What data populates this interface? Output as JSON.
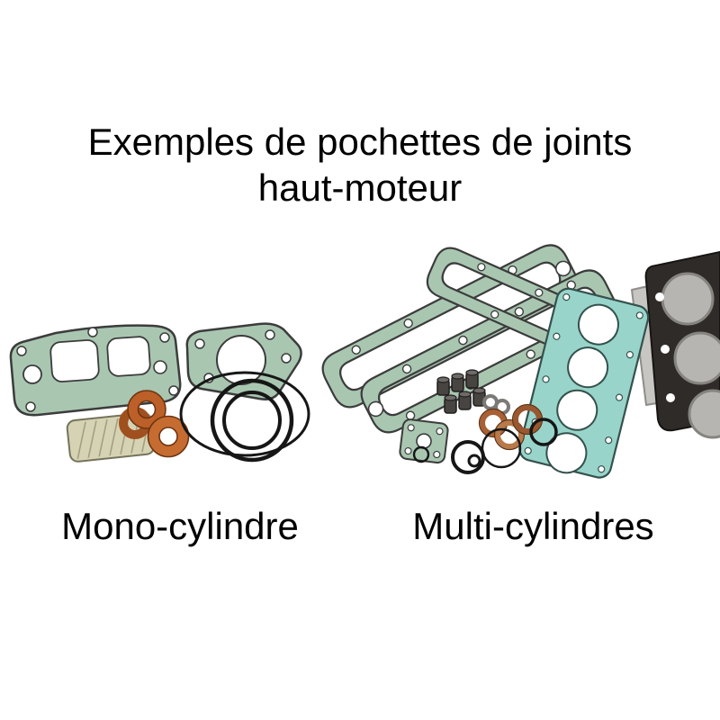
{
  "title": {
    "line1": "Exemples de pochettes de joints",
    "line2": "haut-moteur"
  },
  "labels": {
    "mono": "Mono-cylindre",
    "multi": "Multi-cylindres"
  },
  "illustration": {
    "items": [
      "mono-cylinder-gasket-set",
      "multi-cylinder-gasket-set"
    ],
    "colors": {
      "gasket_green": "#a9c6b1",
      "gasket_teal": "#98d4ca",
      "copper_washer": "#bc5f28",
      "paper_gasket": "#d6d3b4",
      "rubber_seal": "#161616",
      "metal_gasket_dark": "#2f2b29",
      "background": "#ffffff",
      "text": "#000000"
    }
  }
}
